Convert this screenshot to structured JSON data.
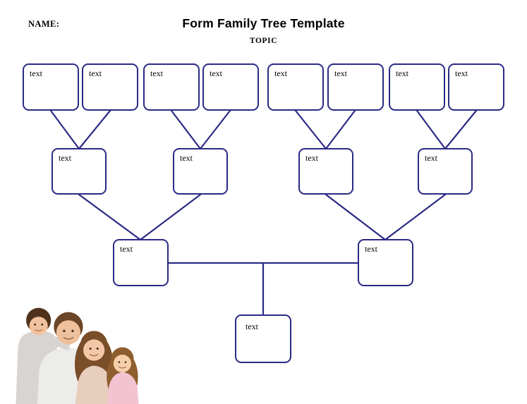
{
  "header": {
    "name_label": "NAME:",
    "title": "Form Family Tree Template",
    "topic_label": "TOPIC"
  },
  "colors": {
    "box_border": "#2a2a84",
    "connector": "#2a2a84",
    "text": "#000000"
  },
  "nodes": [
    {
      "id": "great-grandparent-1",
      "label": "text"
    },
    {
      "id": "great-grandparent-2",
      "label": "text"
    },
    {
      "id": "great-grandparent-3",
      "label": "text"
    },
    {
      "id": "great-grandparent-4",
      "label": "text"
    },
    {
      "id": "great-grandparent-5",
      "label": "text"
    },
    {
      "id": "great-grandparent-6",
      "label": "text"
    },
    {
      "id": "great-grandparent-7",
      "label": "text"
    },
    {
      "id": "great-grandparent-8",
      "label": "text"
    },
    {
      "id": "grandparent-1",
      "label": "text"
    },
    {
      "id": "grandparent-2",
      "label": "text"
    },
    {
      "id": "grandparent-3",
      "label": "text"
    },
    {
      "id": "grandparent-4",
      "label": "text"
    },
    {
      "id": "parent-left",
      "label": "text"
    },
    {
      "id": "parent-right",
      "label": "text"
    },
    {
      "id": "child",
      "label": "text"
    }
  ],
  "images": [
    {
      "name": "family-photo"
    }
  ]
}
